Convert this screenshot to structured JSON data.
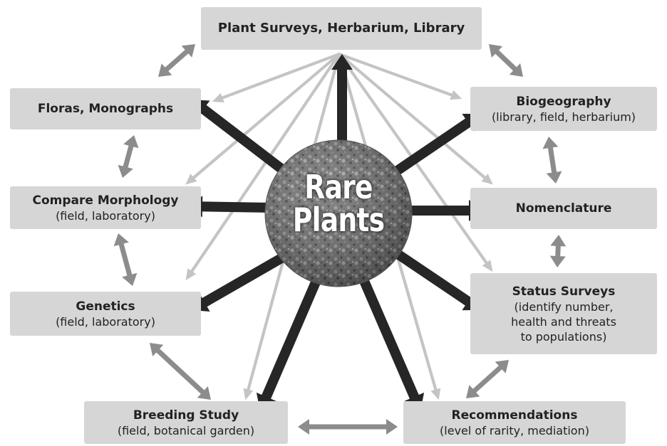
{
  "center": {
    "line1": "Rare",
    "line2": "Plants"
  },
  "boxes": {
    "surveys": {
      "title": "Plant Surveys, Herbarium, Library",
      "sub": ""
    },
    "floras": {
      "title": "Floras, Monographs",
      "sub": ""
    },
    "morphology": {
      "title": "Compare Morphology",
      "sub": "(field, laboratory)"
    },
    "genetics": {
      "title": "Genetics",
      "sub": "(field, laboratory)"
    },
    "breeding": {
      "title": "Breeding Study",
      "sub": "(field, botanical garden)"
    },
    "biogeography": {
      "title": "Biogeography",
      "sub": "(library, field, herbarium)"
    },
    "nomenclature": {
      "title": "Nomenclature",
      "sub": ""
    },
    "status": {
      "title": "Status Surveys",
      "sub1": "(identify number,",
      "sub2": "health and threats",
      "sub3": "to populations)"
    },
    "recommendations": {
      "title": "Recommendations",
      "sub": "(level of rarity, mediation)"
    }
  },
  "colors": {
    "box_fill": "#d6d6d6",
    "thick_arrow": "#262626",
    "gray_arrow": "#8c8c8c",
    "thin_arrow": "#c4c4c4"
  }
}
